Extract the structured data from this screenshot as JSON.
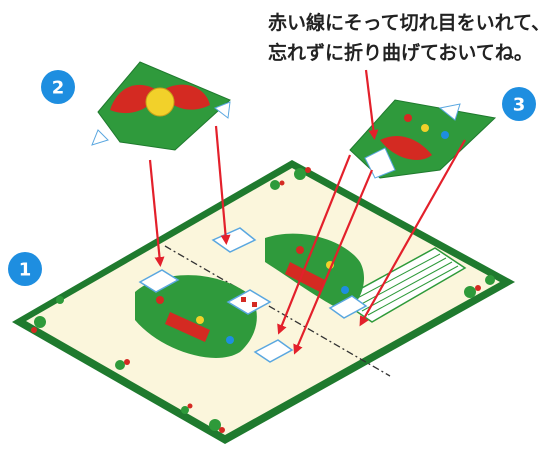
{
  "instruction": {
    "line1": "赤い線にそって切れ目をいれて、",
    "line2": "忘れずに折り曲げておいてね。"
  },
  "steps": [
    {
      "number": "1"
    },
    {
      "number": "2"
    },
    {
      "number": "3"
    }
  ],
  "colors": {
    "step_badge": "#1e8ee0",
    "arrow": "#e3202b",
    "card_border": "#1f7a2e",
    "card_fill": "#fbf6dc",
    "wreath_green": "#2f9a3c",
    "ribbon_red": "#d42a22",
    "fold_guide": "#5aa7e0"
  }
}
